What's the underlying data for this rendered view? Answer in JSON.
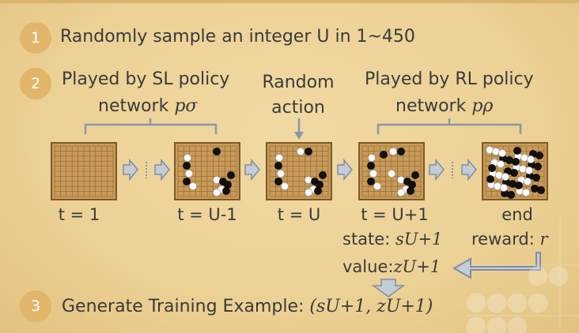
{
  "steps": [
    {
      "number": "1",
      "text": "Randomly sample an integer U in 1~450"
    },
    {
      "number": "2",
      "sl_text": "Played by SL policy",
      "sl_network": "network",
      "sl_symbol": "pσ",
      "random_text1": "Random",
      "random_text2": "action",
      "rl_text": "Played by RL policy",
      "rl_network": "network",
      "rl_symbol": "pρ"
    },
    {
      "number": "3",
      "text": "Generate Training Example:",
      "formula": "(sU+1, zU+1)"
    }
  ],
  "timeline": {
    "labels": [
      "t = 1",
      "t = U-1",
      "t = U",
      "t = U+1",
      "end"
    ],
    "state_label": "state:",
    "state_symbol": "sU+1",
    "reward_label": "reward:",
    "reward_symbol": "r",
    "value_label": "value:",
    "value_symbol": "zU+1"
  },
  "colors": {
    "badge": "#e1b56a",
    "arrow": "#a9b4c4",
    "arrow_stroke": "#7f8ea4",
    "bracket": "#8a96a8",
    "board": "#c99a58"
  },
  "icons": [
    "go-board-icon",
    "hollow-arrow-icon",
    "bracket-icon",
    "down-arrow-icon",
    "left-arrow-icon"
  ]
}
